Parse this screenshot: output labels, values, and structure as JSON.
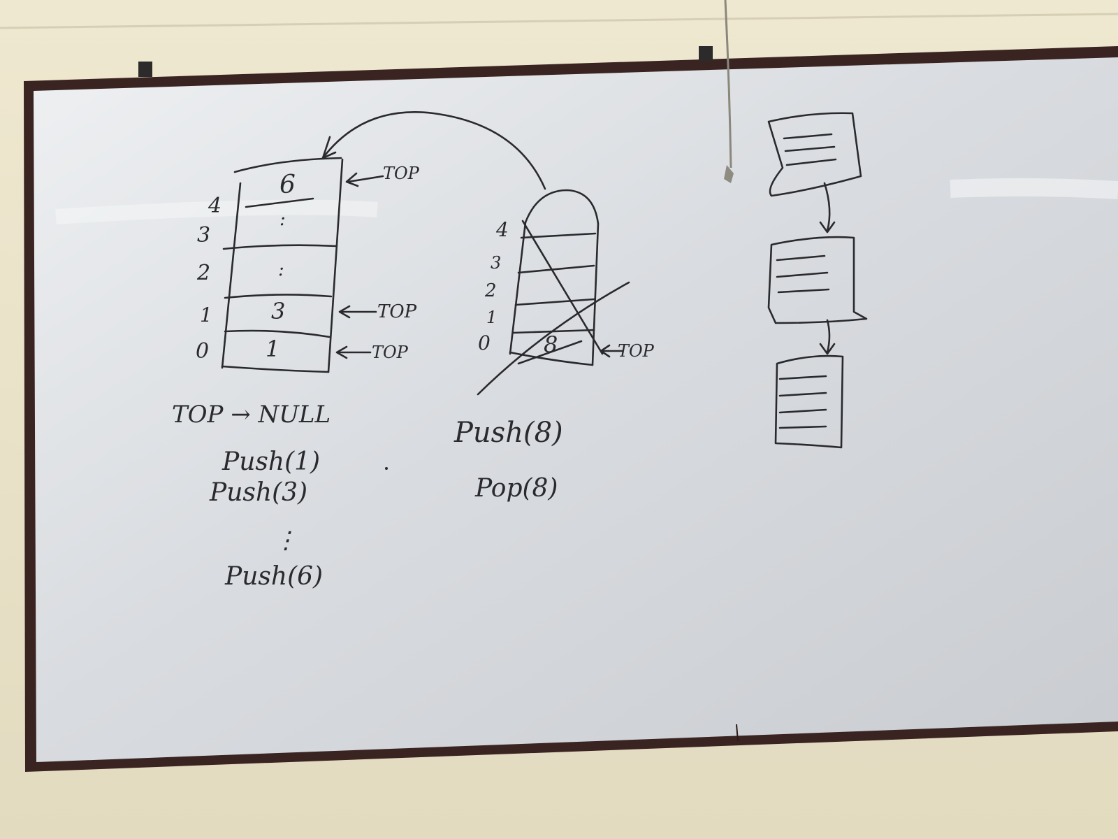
{
  "colors": {
    "wall": "#e9e2c9",
    "frame": "#3a2422",
    "board": "#dcdfe3",
    "ink": "#2a2a2e"
  },
  "left_stack": {
    "index_labels": [
      "4",
      "3",
      "2",
      "1",
      "0"
    ],
    "cell_values": [
      "6",
      ":",
      ":",
      "3",
      "1"
    ],
    "top_pointer_labels": [
      "TOP",
      "TOP",
      "TOP"
    ]
  },
  "middle_stack": {
    "index_labels": [
      "4",
      "3",
      "2",
      "1",
      "0"
    ],
    "cell_value": "8",
    "top_pointer_label": "TOP"
  },
  "left_operations": {
    "null_statement": "TOP → NULL",
    "lines": [
      "Push(1)",
      "Push(3)",
      "⋮",
      "Push(6)"
    ]
  },
  "middle_operations": {
    "lines": [
      "Push(8)",
      "Pop(8)"
    ]
  },
  "right_nodes_count": 3
}
